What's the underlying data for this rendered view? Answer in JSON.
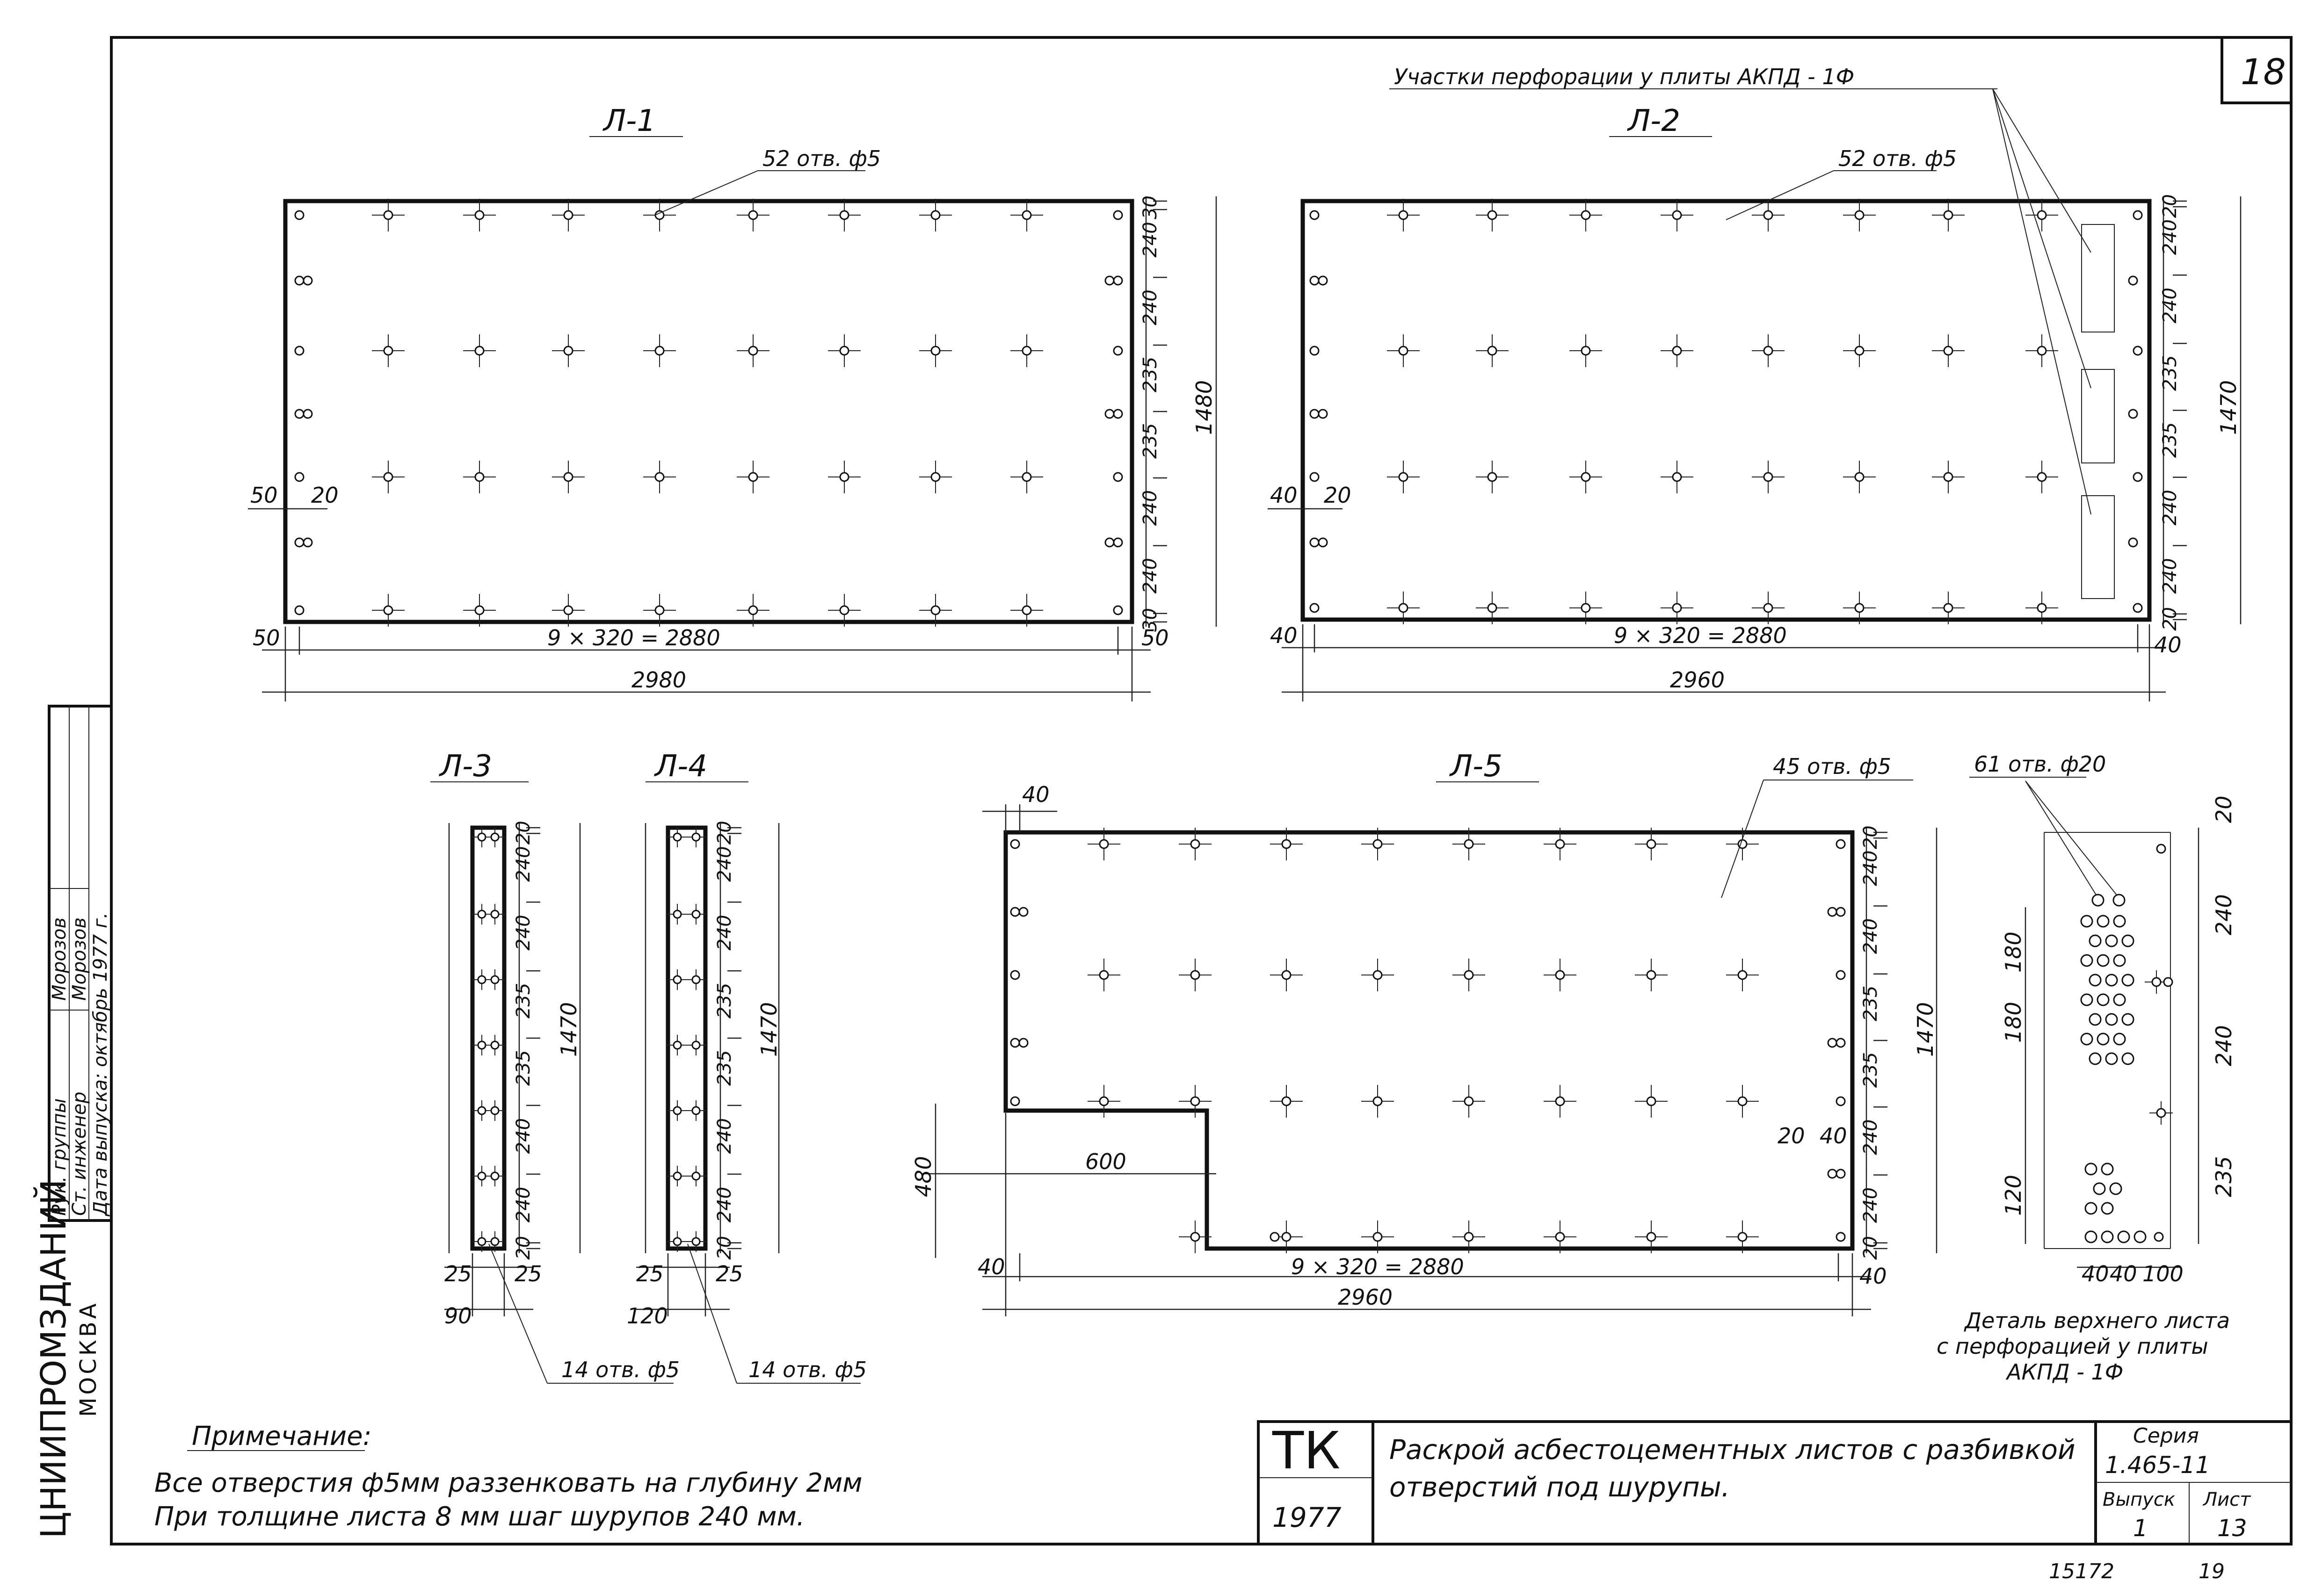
{
  "sheet": {
    "page_number": "18",
    "bottom_numbers": [
      "15172",
      "19"
    ]
  },
  "side_stamp": {
    "org": "ЦНИИПРОМЗДАНИЙ",
    "city": "МОСКВА",
    "rows": [
      {
        "role": "Рук. группы",
        "name": "Морозов"
      },
      {
        "role": "Ст. инженер",
        "name": "Морозов"
      }
    ],
    "date": "Дата выпуска: октябрь 1977 г."
  },
  "plates": {
    "l1": {
      "title": "Л-1",
      "holes_label": "52 отв. ф5",
      "bottom_chain": "9 × 320 = 2880",
      "total": "2980",
      "left_offset": "50",
      "right_offset": "50",
      "edge_left": "50",
      "edge_inner": "20",
      "right_chain": [
        "30",
        "240",
        "240",
        "235",
        "235",
        "240",
        "240",
        "30"
      ],
      "height": "1480"
    },
    "l2": {
      "title": "Л-2",
      "holes_label": "52 отв. ф5",
      "bottom_chain": "9 × 320 = 2880",
      "total": "2960",
      "left_offset": "40",
      "right_offset": "40",
      "edge_left": "40",
      "edge_inner": "20",
      "right_chain": [
        "20",
        "240",
        "240",
        "235",
        "235",
        "240",
        "240",
        "20"
      ],
      "height": "1470",
      "perforation_label": "Участки перфорации у плиты АКПД - 1Ф"
    },
    "l3": {
      "title": "Л-3",
      "chain": [
        "20",
        "240",
        "240",
        "235",
        "235",
        "240",
        "240",
        "20"
      ],
      "height": "1470",
      "bottom_dims": [
        "25",
        "25"
      ],
      "width": "90",
      "holes_label": "14 отв. ф5"
    },
    "l4": {
      "title": "Л-4",
      "chain": [
        "20",
        "240",
        "240",
        "235",
        "235",
        "240",
        "240",
        "20"
      ],
      "height": "1470",
      "bottom_dims": [
        "25",
        "25"
      ],
      "width": "120",
      "holes_label": "14 отв. ф5"
    },
    "l5": {
      "title": "Л-5",
      "holes_label": "45 отв. ф5",
      "top_offset": "40",
      "cutout_width": "600",
      "cutout_height": "480",
      "bottom_chain": "9 × 320 = 2880",
      "total": "2960",
      "left_offset": "40",
      "right_offset": "40",
      "right_chain": [
        "20",
        "240",
        "240",
        "235",
        "235",
        "240",
        "240",
        "20"
      ],
      "height": "1470",
      "inner_dims": [
        "20",
        "40"
      ]
    },
    "detail": {
      "holes_label": "61 отв. ф20",
      "left_dims": [
        "180",
        "180",
        "120"
      ],
      "right_dims": [
        "20",
        "240",
        "240",
        "235"
      ],
      "bottom_dims": [
        "40",
        "40",
        "100"
      ],
      "caption": [
        "Деталь верхнего листа",
        "с перфорацией у плиты",
        "АКПД - 1Ф"
      ]
    }
  },
  "note": {
    "heading": "Примечание:",
    "lines": [
      "Все отверстия ф5мм раззенковать на глубину 2мм",
      "При толщине листа 8 мм шаг шурупов 240 мм."
    ]
  },
  "title_block": {
    "code": "ТК",
    "year": "1977",
    "title": [
      "Раскрой асбестоцементных листов с разбивкой",
      "отверстий под шурупы."
    ],
    "series_label": "Серия",
    "series": "1.465-11",
    "issue_label": "Выпуск",
    "issue": "1",
    "sheet_label": "Лист",
    "sheet": "13"
  }
}
